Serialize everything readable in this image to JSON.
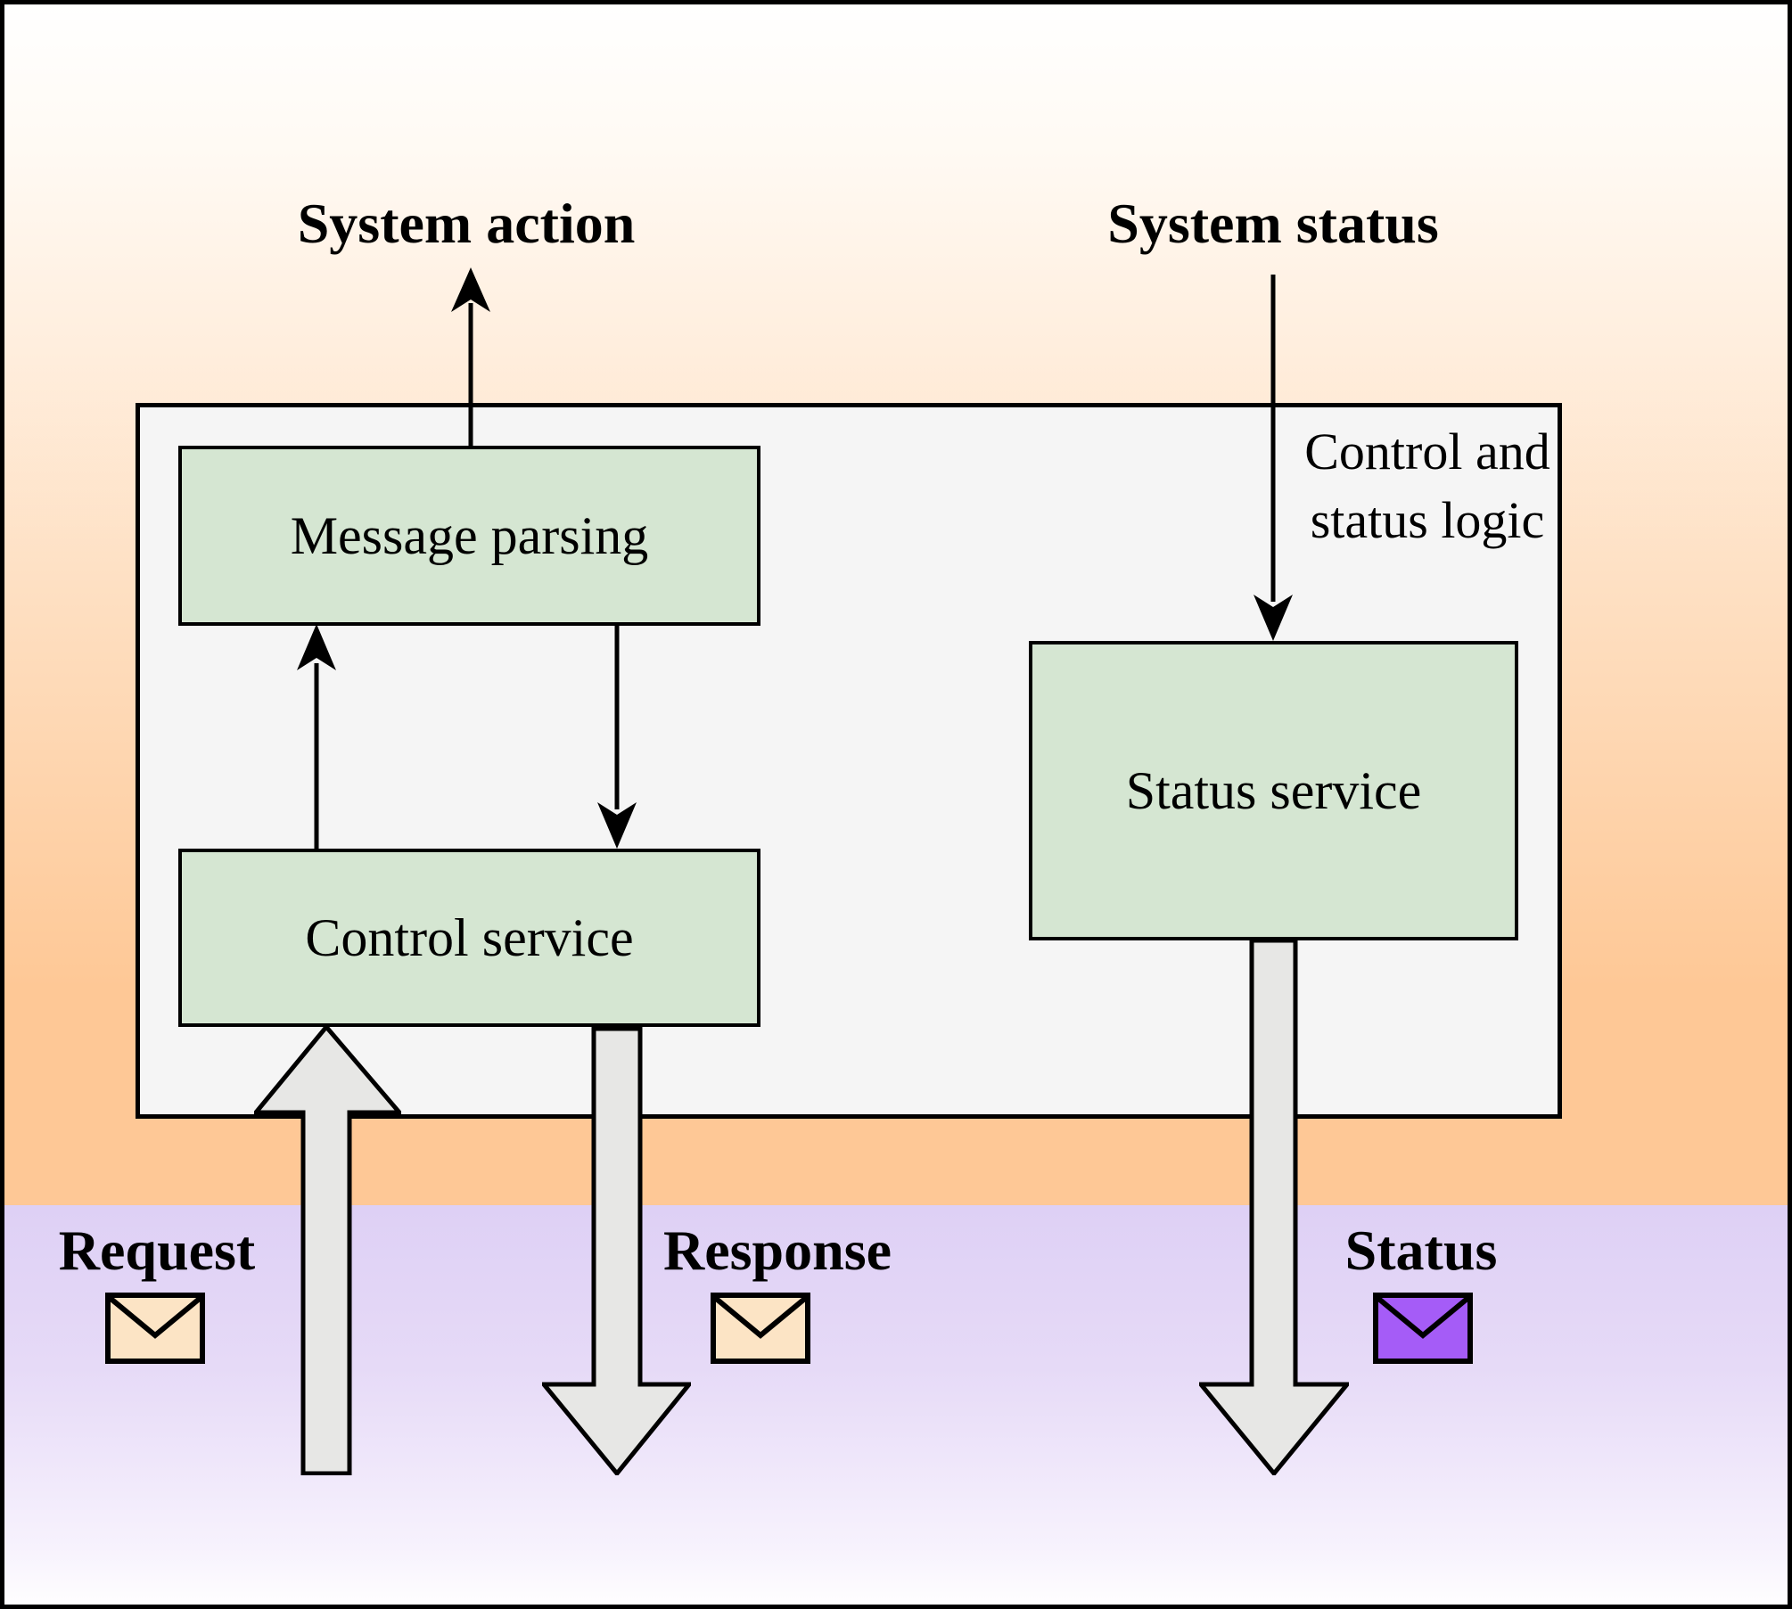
{
  "diagram": {
    "title_labels": {
      "system_action": "System action",
      "system_status": "System status"
    },
    "container": {
      "label_line1": "Control and",
      "label_line2": "status logic"
    },
    "services": {
      "message_parsing": "Message parsing",
      "control_service": "Control service",
      "status_service": "Status service"
    },
    "messages": {
      "request": "Request",
      "response": "Response",
      "status": "Status"
    },
    "colors": {
      "container_fill": "#f5f5f5",
      "service_fill": "#d5e6d2",
      "flow_arrow_fill": "#e7e7e5",
      "envelope_peach": "#fce4c5",
      "envelope_purple": "#a55cf7",
      "background_orange": "#fec896",
      "background_purple": "#ded0f5",
      "line_color": "#000000"
    }
  }
}
